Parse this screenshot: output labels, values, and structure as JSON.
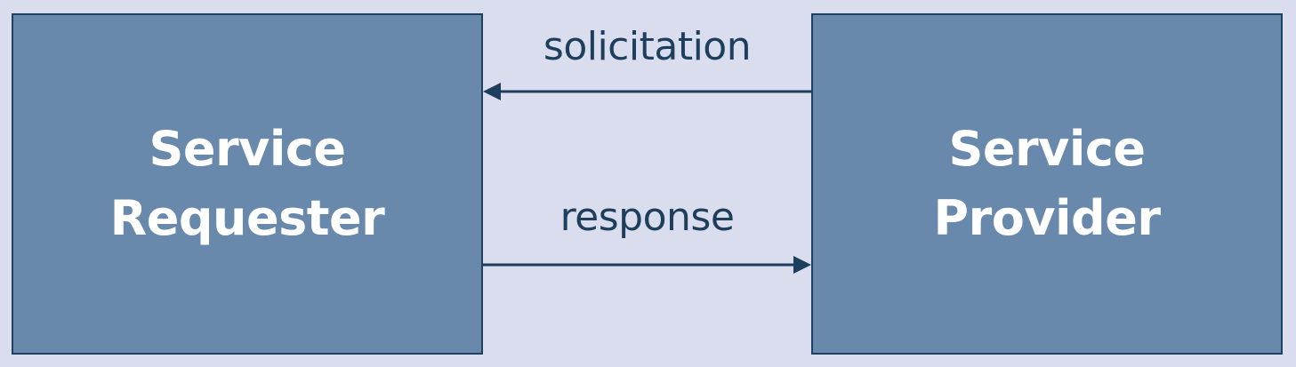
{
  "diagram": {
    "nodes": [
      {
        "id": "requester",
        "label_line1": "Service",
        "label_line2": "Requester"
      },
      {
        "id": "provider",
        "label_line1": "Service",
        "label_line2": "Provider"
      }
    ],
    "edges": [
      {
        "from": "provider",
        "to": "requester",
        "label": "solicitation"
      },
      {
        "from": "requester",
        "to": "provider",
        "label": "response"
      }
    ]
  },
  "colors": {
    "background": "#d9dded",
    "box_fill": "#6889ab",
    "box_border": "#1d4160",
    "box_text": "#ffffff",
    "arrow_and_label": "#1d3e5c"
  }
}
